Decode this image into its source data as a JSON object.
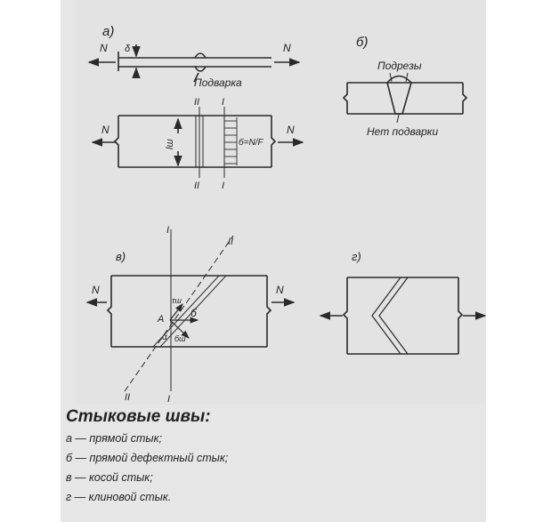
{
  "figure": {
    "panel_a": {
      "label": "а)",
      "force_left": "N",
      "force_right": "N",
      "delta": "δ",
      "weld_note": "Подварка",
      "section_2": "II",
      "section_1": "I",
      "length": "lш",
      "stress": "б=N/F"
    },
    "panel_b": {
      "label": "б)",
      "undercut_note": "Подрезы",
      "no_backweld_note": "Нет подварки"
    },
    "panel_c": {
      "label": "в)",
      "force_left": "N",
      "force_right": "N",
      "section_1": "I",
      "section_2": "II",
      "point": "A",
      "stress": "б",
      "normal_stress": "бш",
      "shear_stress": "τш",
      "angle": "α"
    },
    "panel_d": {
      "label": "г)"
    }
  },
  "caption": {
    "title": "Стыковые швы:",
    "items": [
      "а — прямой стык;",
      "б — прямой дефектный стык;",
      "в — косой стык;",
      "г — клиновой стык."
    ]
  }
}
